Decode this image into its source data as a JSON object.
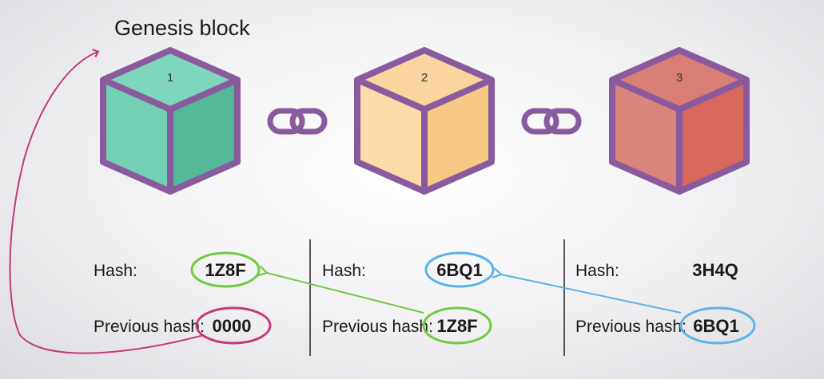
{
  "title": "Genesis block",
  "colors": {
    "outline": "#8a5a9e",
    "green": "#6fcb3f",
    "blue": "#5bb3e8",
    "magenta": "#c23a7c"
  },
  "blocks": [
    {
      "number": "1",
      "hash_label": "Hash:",
      "hash": "1Z8F",
      "prev_label": "Previous hash:",
      "prev_hash": "0000",
      "top": "#7dd6bd",
      "left": "#72d0b5",
      "right": "#52b898"
    },
    {
      "number": "2",
      "hash_label": "Hash:",
      "hash": "6BQ1",
      "prev_label": "Previous hash:",
      "prev_hash": "1Z8F",
      "top": "#fad5a0",
      "left": "#fbdca8",
      "right": "#f7c984"
    },
    {
      "number": "3",
      "hash_label": "Hash:",
      "hash": "3H4Q",
      "prev_label": "Previous hash:",
      "prev_hash": "6BQ1",
      "top": "#d87e74",
      "left": "#d9857a",
      "right": "#d8685c"
    }
  ]
}
